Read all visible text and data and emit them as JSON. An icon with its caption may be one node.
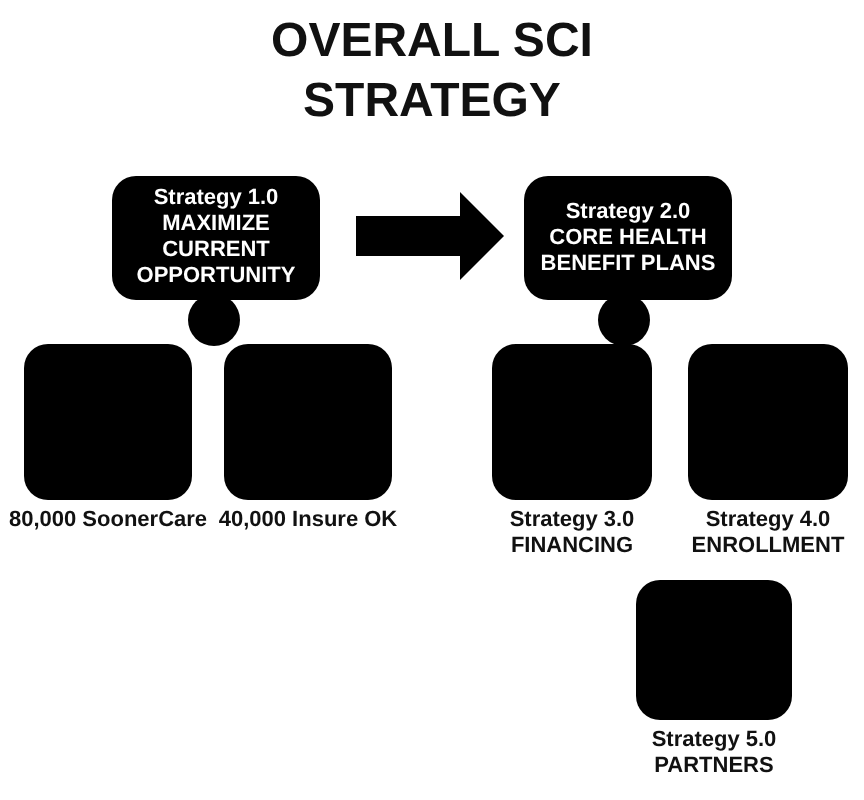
{
  "diagram": {
    "title": "OVERALL SCI STRATEGY",
    "nodes": [
      {
        "text": [
          "Strategy 1.0",
          "MAXIMIZE CURRENT OPPORTUNITY"
        ]
      },
      {
        "text": [
          "80,000 SoonerCare"
        ]
      },
      {
        "text": [
          "40,000 Insure OK"
        ]
      },
      {
        "text": [
          "Strategy 2.0",
          "CORE HEALTH BENEFIT PLANS"
        ]
      },
      {
        "text": [
          "Strategy 3.0 FINANCING"
        ]
      },
      {
        "text": [
          "Strategy 4.0 ENROLLMENT"
        ]
      },
      {
        "text": [
          "Strategy 5.0 PARTNERS"
        ]
      }
    ],
    "edges": [
      {
        "from": 0,
        "to": 3,
        "arrow": "to",
        "style": "thick"
      }
    ]
  }
}
